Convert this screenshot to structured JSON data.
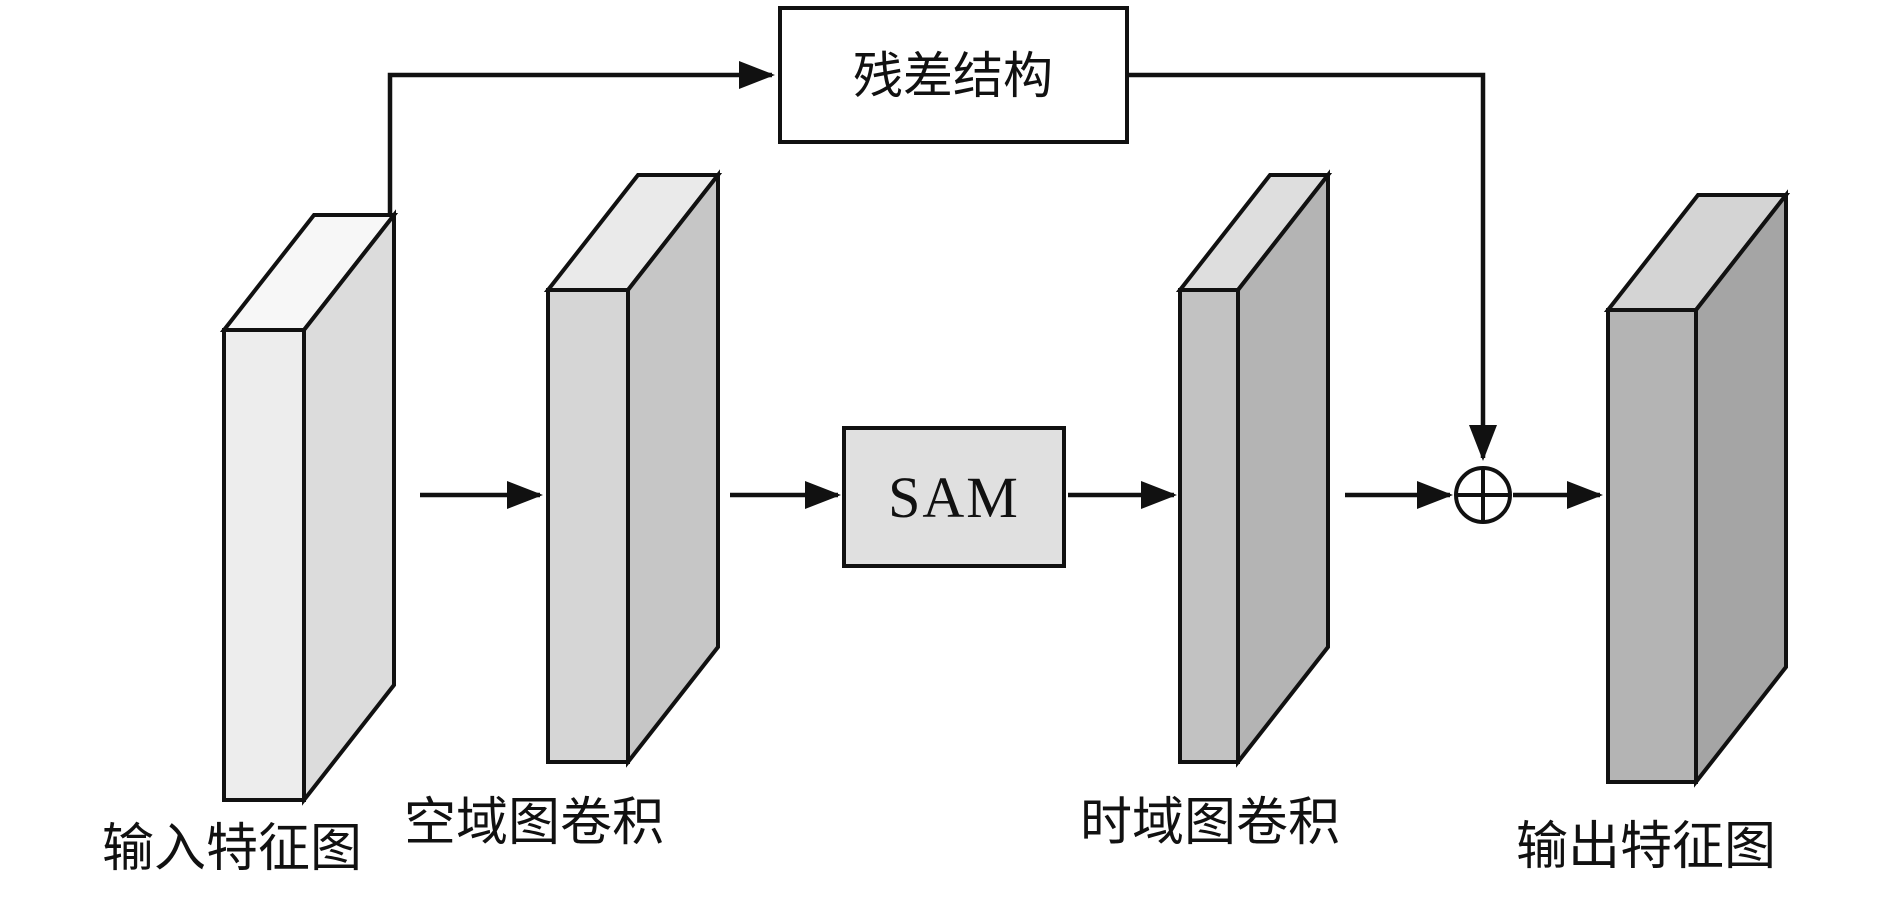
{
  "diagram": {
    "residual_box": {
      "label": "残差结构"
    },
    "sam_box": {
      "label": "SAM"
    },
    "add_operator": {
      "icon": "circled-plus",
      "glyph": "⊕"
    },
    "labels": {
      "input": "输入特征图",
      "spatial_conv": "空域图卷积",
      "temporal_conv": "时域图卷积",
      "output": "输出特征图"
    },
    "colors": {
      "stroke": "#111111",
      "background": "#ffffff",
      "sam_fill": "#e0e0e0",
      "residual_fill": "#ffffff",
      "slab_input": {
        "front": "#ededed",
        "top": "#f7f7f7",
        "side": "#dcdcdc"
      },
      "slab_spatial": {
        "front": "#d6d6d6",
        "top": "#eaeaea",
        "side": "#c6c6c6"
      },
      "slab_temporal": {
        "front": "#c2c2c2",
        "top": "#dedede",
        "side": "#b4b4b4"
      },
      "slab_output": {
        "front": "#b4b4b4",
        "top": "#d4d4d4",
        "side": "#a5a5a5"
      }
    }
  }
}
